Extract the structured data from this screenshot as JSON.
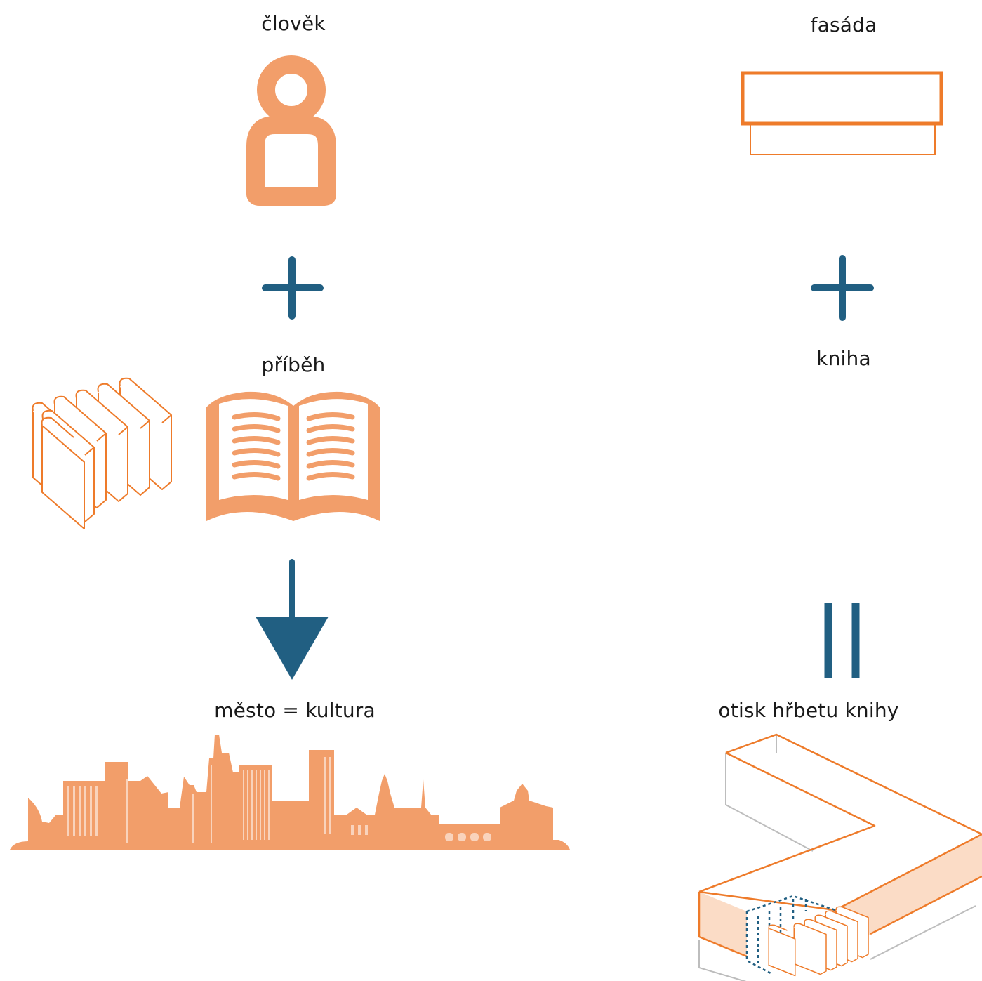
{
  "labels": {
    "clovek": "člověk",
    "fasada": "fasáda",
    "pribeh": "příběh",
    "kniha": "kniha",
    "mesto": "město = kultura",
    "otisk": "otisk hřbetu knihy"
  },
  "icons": {
    "person": "person-icon",
    "facade": "facade-icon",
    "open_book": "open-book-icon",
    "books": "books-row-icon",
    "skyline": "city-skyline-icon",
    "building": "building-isometric-icon",
    "plus": "plus-icon",
    "arrow": "arrow-down-icon",
    "equals": "equals-icon"
  },
  "colors": {
    "orange_fill": "#f29e6a",
    "orange_line": "#ee7b2a",
    "orange_light": "#fbdcc6",
    "blue": "#215f82",
    "grey": "#bdbdbd"
  }
}
